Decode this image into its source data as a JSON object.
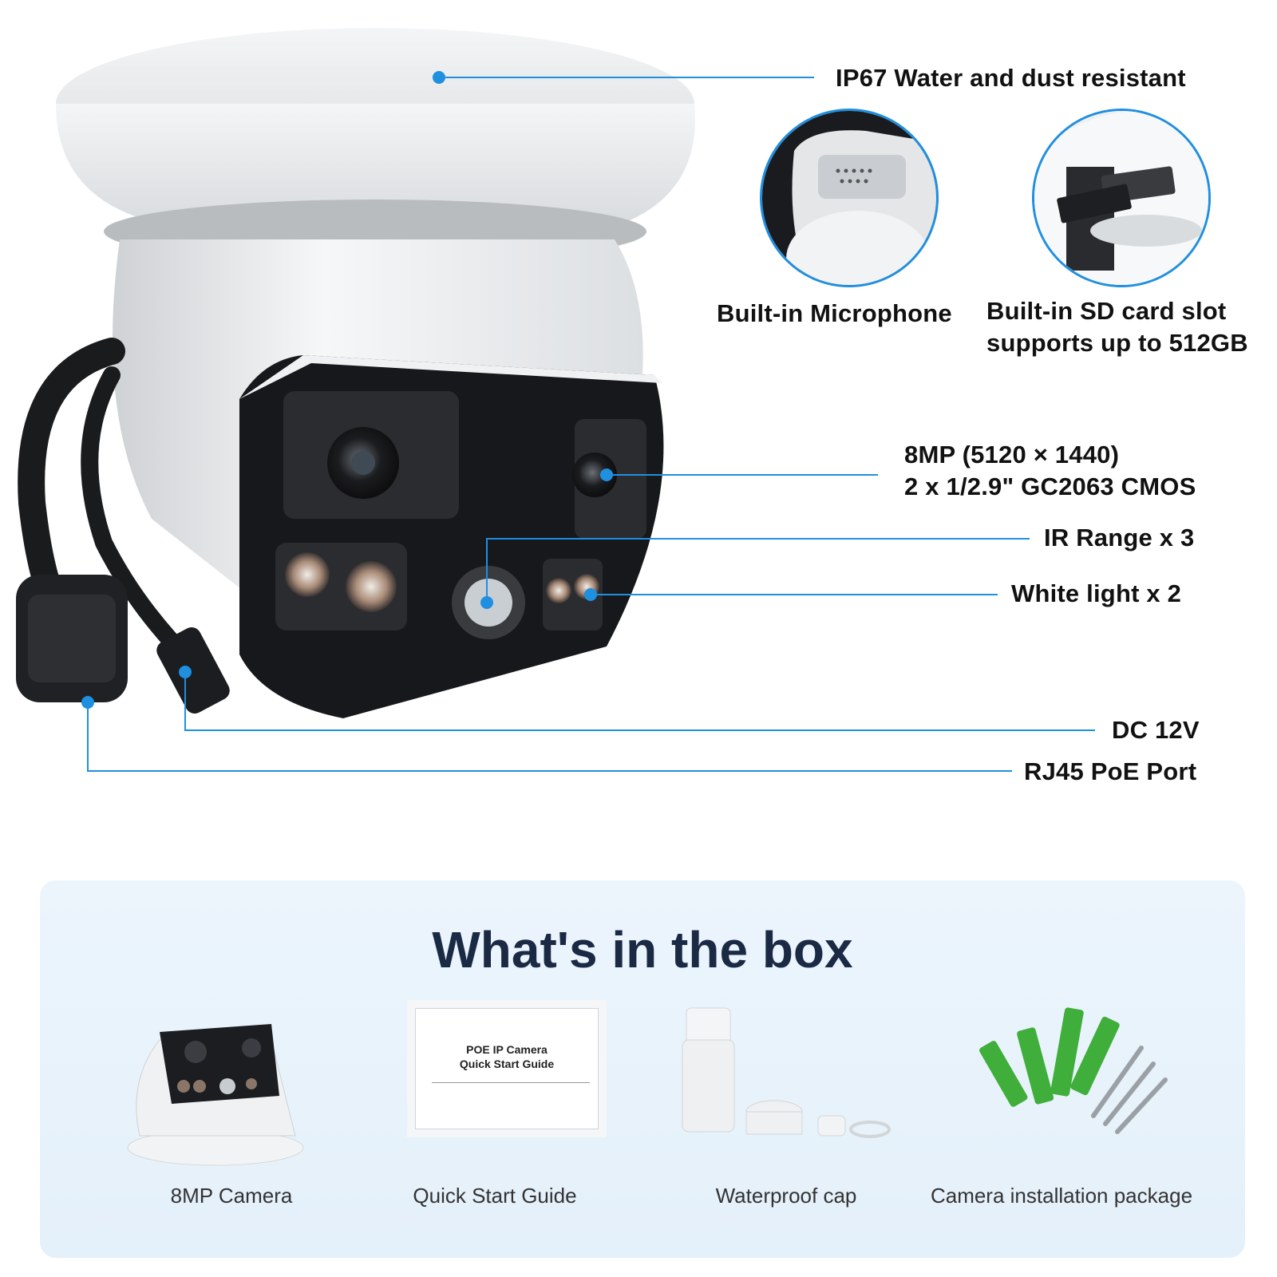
{
  "features": {
    "ip67": "IP67 Water and dust resistant",
    "microphone": "Built-in Microphone",
    "sd_line1": "Built-in SD card slot",
    "sd_line2": "supports up to 512GB",
    "sensor_line1": "8MP (5120 × 1440)",
    "sensor_line2": "2 x 1/2.9\" GC2063 CMOS",
    "ir": "IR Range x 3",
    "white_light": "White light x 2",
    "dc": "DC 12V",
    "rj45": "RJ45 PoE Port"
  },
  "box": {
    "title": "What's in the box",
    "items": [
      {
        "label": "8MP Camera"
      },
      {
        "label": "Quick Start Guide"
      },
      {
        "label": "Waterproof cap"
      },
      {
        "label": "Camera installation package"
      }
    ],
    "guide_card_line1": "POE IP Camera",
    "guide_card_line2": "Quick Start Guide"
  },
  "colors": {
    "callout_line": "#1f8fe0",
    "title": "#1b2a44",
    "panel_bg": "#e8f2fb"
  },
  "icons": [
    "camera-image",
    "microphone-inset",
    "sd-card-inset",
    "guide-card",
    "waterproof-cap",
    "screws-anchors"
  ]
}
